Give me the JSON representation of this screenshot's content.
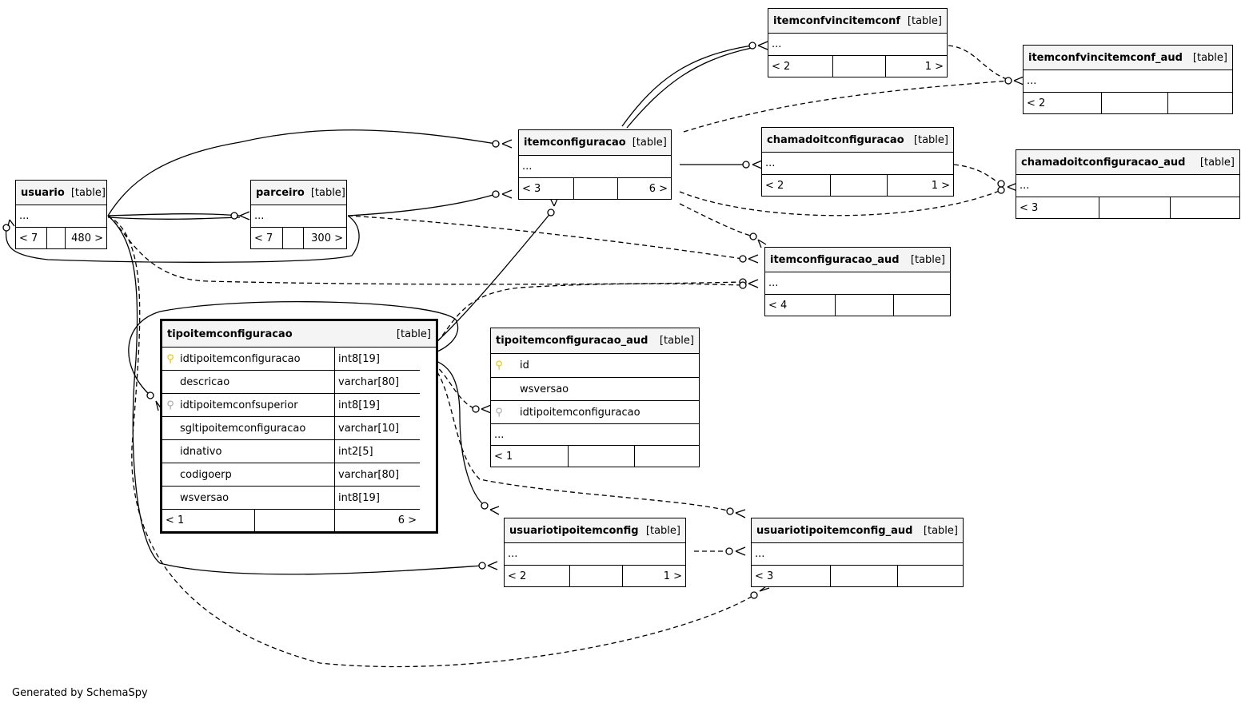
{
  "footer": "Generated by SchemaSpy",
  "type_label": "[table]",
  "tables": {
    "usuario": {
      "name": "usuario",
      "type": "[table]",
      "cols": [
        "..."
      ],
      "foot": [
        "< 7",
        "",
        "480 >"
      ]
    },
    "parceiro": {
      "name": "parceiro",
      "type": "[table]",
      "cols": [
        "..."
      ],
      "foot": [
        "< 7",
        "",
        "300 >"
      ]
    },
    "itemconfiguracao": {
      "name": "itemconfiguracao",
      "type": "[table]",
      "cols": [
        "..."
      ],
      "foot": [
        "< 3",
        "",
        "6 >"
      ]
    },
    "itemconfvincitemconf": {
      "name": "itemconfvincitemconf",
      "type": "[table]",
      "cols": [
        "..."
      ],
      "foot": [
        "< 2",
        "",
        "1 >"
      ]
    },
    "itemconfvincitemconf_aud": {
      "name": "itemconfvincitemconf_aud",
      "type": "[table]",
      "cols": [
        "..."
      ],
      "foot": [
        "< 2",
        "",
        ""
      ]
    },
    "chamadoitconfiguracao": {
      "name": "chamadoitconfiguracao",
      "type": "[table]",
      "cols": [
        "..."
      ],
      "foot": [
        "< 2",
        "",
        "1 >"
      ]
    },
    "chamadoitconfiguracao_aud": {
      "name": "chamadoitconfiguracao_aud",
      "type": "[table]",
      "cols": [
        "..."
      ],
      "foot": [
        "< 3",
        "",
        ""
      ]
    },
    "itemconfiguracao_aud": {
      "name": "itemconfiguracao_aud",
      "type": "[table]",
      "cols": [
        "..."
      ],
      "foot": [
        "< 4",
        "",
        ""
      ]
    },
    "tipoitemconfiguracao": {
      "name": "tipoitemconfiguracao",
      "type": "[table]",
      "columns": [
        {
          "key": "pk",
          "name": "idtipoitemconfiguracao",
          "type": "int8[19]"
        },
        {
          "key": "none",
          "name": "descricao",
          "type": "varchar[80]"
        },
        {
          "key": "fk",
          "name": "idtipoitemconfsuperior",
          "type": "int8[19]"
        },
        {
          "key": "none",
          "name": "sgltipoitemconfiguracao",
          "type": "varchar[10]"
        },
        {
          "key": "none",
          "name": "idnativo",
          "type": "int2[5]"
        },
        {
          "key": "none",
          "name": "codigoerp",
          "type": "varchar[80]"
        },
        {
          "key": "none",
          "name": "wsversao",
          "type": "int8[19]"
        }
      ],
      "foot": [
        "< 1",
        "",
        "6 >"
      ]
    },
    "tipoitemconfiguracao_aud": {
      "name": "tipoitemconfiguracao_aud",
      "type": "[table]",
      "columns": [
        {
          "key": "pk",
          "name": "id"
        },
        {
          "key": "none",
          "name": "wsversao"
        },
        {
          "key": "fk",
          "name": "idtipoitemconfiguracao"
        }
      ],
      "cols": [
        "..."
      ],
      "foot": [
        "< 1",
        "",
        ""
      ]
    },
    "usuariotipoitemconfig": {
      "name": "usuariotipoitemconfig",
      "type": "[table]",
      "cols": [
        "..."
      ],
      "foot": [
        "< 2",
        "",
        "1 >"
      ]
    },
    "usuariotipoitemconfig_aud": {
      "name": "usuariotipoitemconfig_aud",
      "type": "[table]",
      "cols": [
        "..."
      ],
      "foot": [
        "< 3",
        "",
        ""
      ]
    }
  },
  "key_icons": {
    "pk": "primary-key-icon",
    "fk": "foreign-key-icon"
  },
  "colors": {
    "header_bg": "#f4f4f4",
    "pk_key": "#e6c200",
    "fk_key": "#a8a8a8",
    "line": "#000000"
  }
}
